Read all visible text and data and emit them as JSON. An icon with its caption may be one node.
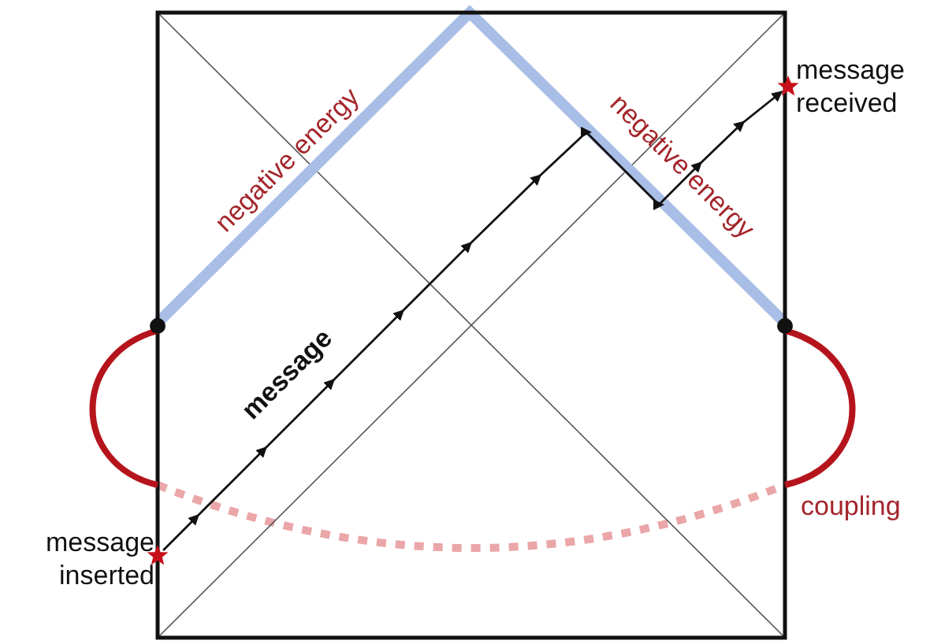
{
  "diagram": {
    "nodes": [
      {
        "text": [
          "message inserted"
        ]
      },
      {
        "text": [
          "message received"
        ]
      }
    ],
    "edges": [
      {
        "from": 0,
        "to": 1,
        "arrow": "to",
        "label": "message"
      }
    ],
    "labels": [
      "negative energy",
      "negative energy",
      "coupling"
    ]
  }
}
